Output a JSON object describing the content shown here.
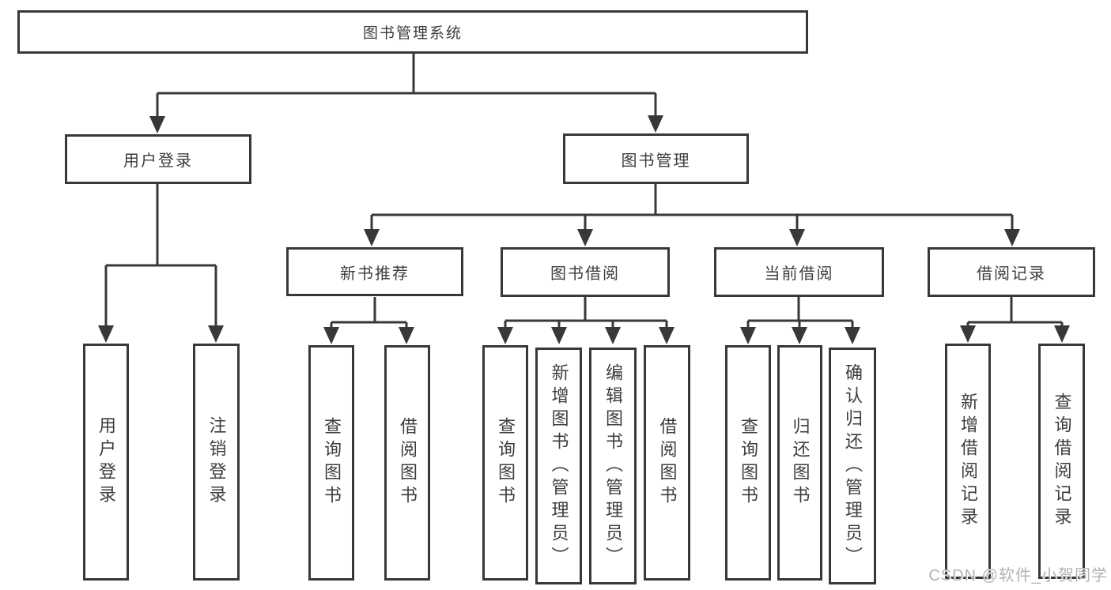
{
  "colors": {
    "line": "#383838",
    "box_border": "#383838",
    "text": "#3d3d3d",
    "background": "#ffffff",
    "watermark": "#b3b3b3"
  },
  "watermark": {
    "text": "CSDN @软件_小贺同学"
  },
  "tree": {
    "root": {
      "label": "图书管理系统",
      "children": [
        {
          "label": "用户登录",
          "children": [
            {
              "label": "用户登录"
            },
            {
              "label": "注销登录"
            }
          ]
        },
        {
          "label": "图书管理",
          "children": [
            {
              "label": "新书推荐",
              "children": [
                {
                  "label": "查询图书"
                },
                {
                  "label": "借阅图书"
                }
              ]
            },
            {
              "label": "图书借阅",
              "children": [
                {
                  "label": "查询图书"
                },
                {
                  "label": "新增图书（管理员）"
                },
                {
                  "label": "编辑图书（管理员）"
                },
                {
                  "label": "借阅图书"
                }
              ]
            },
            {
              "label": "当前借阅",
              "children": [
                {
                  "label": "查询图书"
                },
                {
                  "label": "归还图书"
                },
                {
                  "label": "确认归还（管理员）"
                }
              ]
            },
            {
              "label": "借阅记录",
              "children": [
                {
                  "label": "新增借阅记录"
                },
                {
                  "label": "查询借阅记录"
                }
              ]
            }
          ]
        }
      ]
    }
  }
}
